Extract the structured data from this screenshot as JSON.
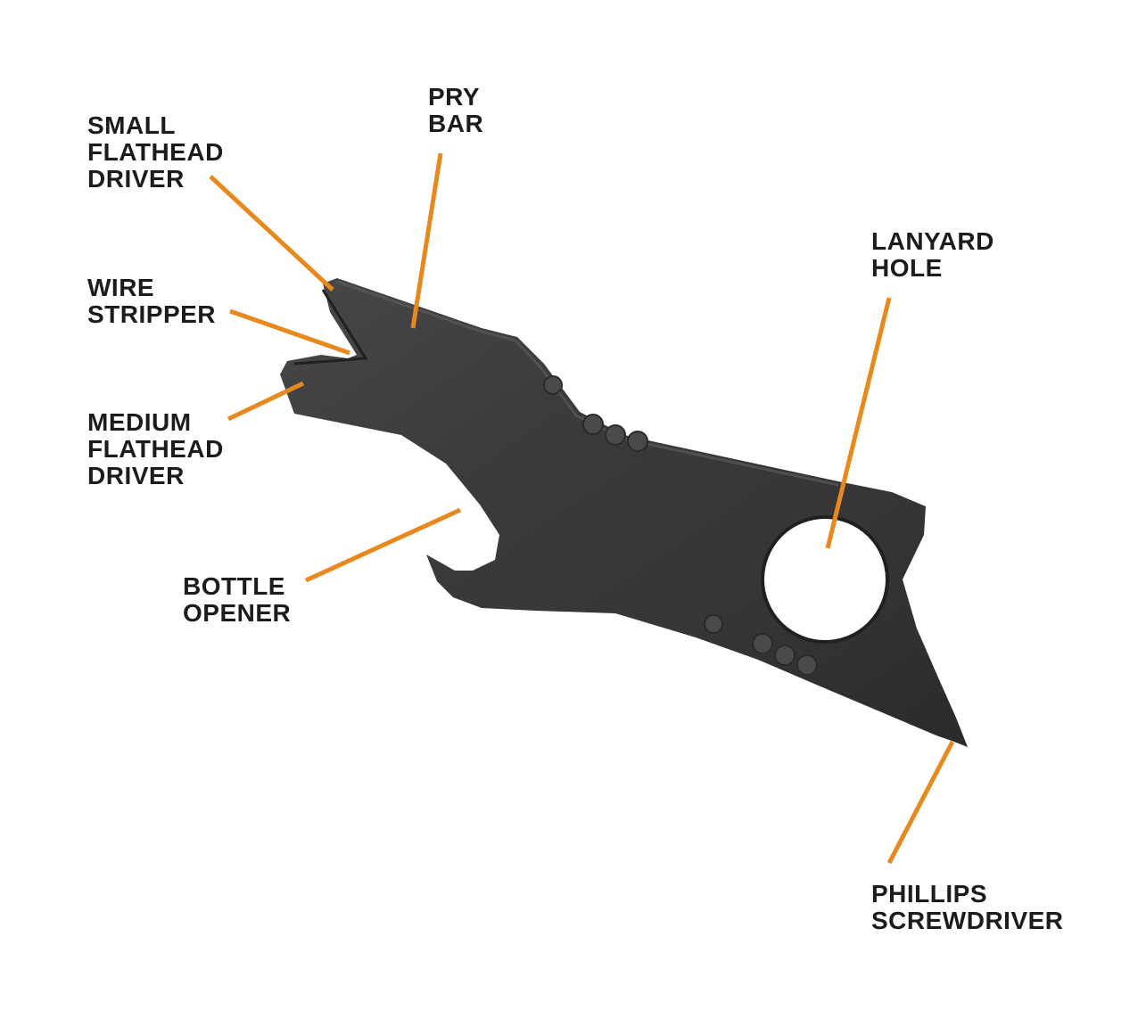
{
  "colors": {
    "leader_line": "#e8891e",
    "tool_body": "#3a3a3a",
    "tool_shadow": "#262626",
    "label_text": "#1c1c1c",
    "background": "#ffffff"
  },
  "callouts": {
    "small_flathead": {
      "line1": "SMALL",
      "line2": "FLATHEAD",
      "line3": "DRIVER"
    },
    "pry_bar": {
      "line1": "PRY",
      "line2": "BAR"
    },
    "wire_stripper": {
      "line1": "WIRE",
      "line2": "STRIPPER"
    },
    "medium_flathead": {
      "line1": "MEDIUM",
      "line2": "FLATHEAD",
      "line3": "DRIVER"
    },
    "bottle_opener": {
      "line1": "BOTTLE",
      "line2": "OPENER"
    },
    "lanyard_hole": {
      "line1": "LANYARD",
      "line2": "HOLE"
    },
    "phillips": {
      "line1": "PHILLIPS",
      "line2": "SCREWDRIVER"
    }
  }
}
